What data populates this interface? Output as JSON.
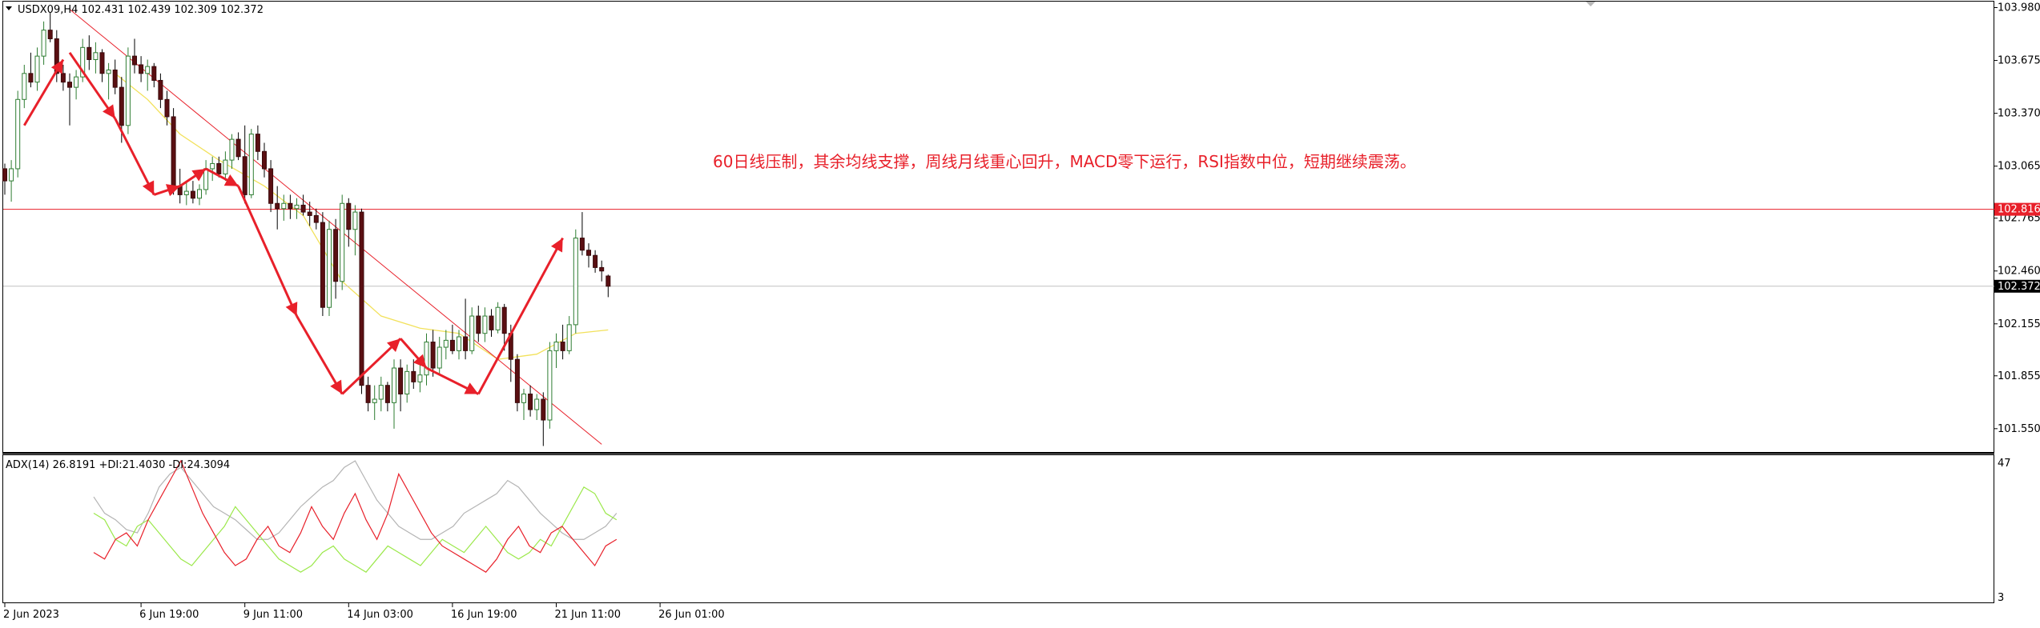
{
  "chart_data": [
    {
      "type": "candlestick",
      "symbol_header": "USDX09,H4  102.431 102.439 102.309 102.372",
      "annotation": "60日线压制，其余均线支撑，周线月线重心回升，MACD零下运行，RSI指数中位，短期继续震荡。",
      "price_axis_labels": [
        "103.980",
        "103.675",
        "103.370",
        "103.065",
        "102.765",
        "102.460",
        "102.155",
        "101.855",
        "101.550"
      ],
      "price_axis_values": [
        103.98,
        103.675,
        103.37,
        103.065,
        102.765,
        102.46,
        102.155,
        101.855,
        101.55
      ],
      "ylim": [
        101.42,
        104.01
      ],
      "resistance_line": {
        "value": 102.816,
        "label": "102.816",
        "color": "#e8202a"
      },
      "current_price": {
        "value": 102.372,
        "label": "102.372"
      },
      "time_axis_labels": [
        "2 Jun 2023",
        "6 Jun 19:00",
        "9 Jun 11:00",
        "14 Jun 03:00",
        "16 Jun 19:00",
        "21 Jun 11:00",
        "26 Jun 01:00"
      ],
      "time_axis_bar_index": [
        0,
        21,
        37,
        53,
        69,
        85,
        101
      ],
      "candles": [
        {
          "o": 103.05,
          "h": 103.08,
          "l": 102.9,
          "c": 102.98
        },
        {
          "o": 102.98,
          "h": 103.1,
          "l": 102.86,
          "c": 103.05
        },
        {
          "o": 103.05,
          "h": 103.5,
          "l": 103.0,
          "c": 103.45
        },
        {
          "o": 103.45,
          "h": 103.65,
          "l": 103.4,
          "c": 103.6
        },
        {
          "o": 103.6,
          "h": 103.72,
          "l": 103.52,
          "c": 103.55
        },
        {
          "o": 103.55,
          "h": 103.75,
          "l": 103.5,
          "c": 103.7
        },
        {
          "o": 103.7,
          "h": 103.9,
          "l": 103.65,
          "c": 103.85
        },
        {
          "o": 103.85,
          "h": 103.95,
          "l": 103.78,
          "c": 103.8
        },
        {
          "o": 103.8,
          "h": 103.85,
          "l": 103.55,
          "c": 103.6
        },
        {
          "o": 103.6,
          "h": 103.65,
          "l": 103.5,
          "c": 103.55
        },
        {
          "o": 103.55,
          "h": 103.6,
          "l": 103.3,
          "c": 103.52
        },
        {
          "o": 103.52,
          "h": 103.62,
          "l": 103.45,
          "c": 103.58
        },
        {
          "o": 103.58,
          "h": 103.8,
          "l": 103.55,
          "c": 103.75
        },
        {
          "o": 103.75,
          "h": 103.82,
          "l": 103.62,
          "c": 103.68
        },
        {
          "o": 103.68,
          "h": 103.78,
          "l": 103.6,
          "c": 103.72
        },
        {
          "o": 103.72,
          "h": 103.74,
          "l": 103.55,
          "c": 103.6
        },
        {
          "o": 103.6,
          "h": 103.66,
          "l": 103.45,
          "c": 103.62
        },
        {
          "o": 103.62,
          "h": 103.68,
          "l": 103.48,
          "c": 103.52
        },
        {
          "o": 103.52,
          "h": 103.58,
          "l": 103.2,
          "c": 103.3
        },
        {
          "o": 103.3,
          "h": 103.75,
          "l": 103.25,
          "c": 103.7
        },
        {
          "o": 103.7,
          "h": 103.8,
          "l": 103.6,
          "c": 103.65
        },
        {
          "o": 103.65,
          "h": 103.7,
          "l": 103.55,
          "c": 103.6
        },
        {
          "o": 103.6,
          "h": 103.68,
          "l": 103.5,
          "c": 103.64
        },
        {
          "o": 103.64,
          "h": 103.66,
          "l": 103.52,
          "c": 103.56
        },
        {
          "o": 103.56,
          "h": 103.6,
          "l": 103.4,
          "c": 103.45
        },
        {
          "o": 103.45,
          "h": 103.5,
          "l": 103.3,
          "c": 103.35
        },
        {
          "o": 103.35,
          "h": 103.4,
          "l": 102.9,
          "c": 102.95
        },
        {
          "o": 102.95,
          "h": 103.05,
          "l": 102.85,
          "c": 102.9
        },
        {
          "o": 102.9,
          "h": 102.98,
          "l": 102.84,
          "c": 102.92
        },
        {
          "o": 102.92,
          "h": 102.98,
          "l": 102.85,
          "c": 102.88
        },
        {
          "o": 102.88,
          "h": 102.96,
          "l": 102.84,
          "c": 102.93
        },
        {
          "o": 102.93,
          "h": 103.1,
          "l": 102.9,
          "c": 103.05
        },
        {
          "o": 103.05,
          "h": 103.12,
          "l": 102.98,
          "c": 103.08
        },
        {
          "o": 103.08,
          "h": 103.12,
          "l": 103.0,
          "c": 103.02
        },
        {
          "o": 103.02,
          "h": 103.15,
          "l": 102.98,
          "c": 103.1
        },
        {
          "o": 103.1,
          "h": 103.25,
          "l": 103.05,
          "c": 103.22
        },
        {
          "o": 103.22,
          "h": 103.26,
          "l": 103.1,
          "c": 103.12
        },
        {
          "o": 103.12,
          "h": 103.3,
          "l": 102.85,
          "c": 102.9
        },
        {
          "o": 102.9,
          "h": 103.28,
          "l": 102.88,
          "c": 103.25
        },
        {
          "o": 103.25,
          "h": 103.3,
          "l": 103.1,
          "c": 103.15
        },
        {
          "o": 103.15,
          "h": 103.2,
          "l": 103.0,
          "c": 103.05
        },
        {
          "o": 103.05,
          "h": 103.1,
          "l": 102.8,
          "c": 102.85
        },
        {
          "o": 102.85,
          "h": 102.95,
          "l": 102.7,
          "c": 102.82
        },
        {
          "o": 102.82,
          "h": 102.9,
          "l": 102.75,
          "c": 102.85
        },
        {
          "o": 102.85,
          "h": 102.9,
          "l": 102.76,
          "c": 102.82
        },
        {
          "o": 102.82,
          "h": 102.88,
          "l": 102.76,
          "c": 102.84
        },
        {
          "o": 102.84,
          "h": 102.9,
          "l": 102.78,
          "c": 102.8
        },
        {
          "o": 102.8,
          "h": 102.86,
          "l": 102.72,
          "c": 102.78
        },
        {
          "o": 102.78,
          "h": 102.82,
          "l": 102.7,
          "c": 102.74
        },
        {
          "o": 102.74,
          "h": 102.8,
          "l": 102.2,
          "c": 102.25
        },
        {
          "o": 102.25,
          "h": 102.75,
          "l": 102.2,
          "c": 102.7
        },
        {
          "o": 102.7,
          "h": 102.76,
          "l": 102.3,
          "c": 102.4
        },
        {
          "o": 102.4,
          "h": 102.9,
          "l": 102.35,
          "c": 102.85
        },
        {
          "o": 102.85,
          "h": 102.88,
          "l": 102.6,
          "c": 102.7
        },
        {
          "o": 102.7,
          "h": 102.84,
          "l": 102.55,
          "c": 102.8
        },
        {
          "o": 102.8,
          "h": 102.82,
          "l": 101.75,
          "c": 101.8
        },
        {
          "o": 101.8,
          "h": 101.85,
          "l": 101.65,
          "c": 101.7
        },
        {
          "o": 101.7,
          "h": 101.8,
          "l": 101.6,
          "c": 101.72
        },
        {
          "o": 101.72,
          "h": 101.85,
          "l": 101.65,
          "c": 101.8
        },
        {
          "o": 101.8,
          "h": 101.82,
          "l": 101.65,
          "c": 101.7
        },
        {
          "o": 101.7,
          "h": 101.95,
          "l": 101.55,
          "c": 101.9
        },
        {
          "o": 101.9,
          "h": 101.95,
          "l": 101.65,
          "c": 101.75
        },
        {
          "o": 101.75,
          "h": 101.92,
          "l": 101.7,
          "c": 101.88
        },
        {
          "o": 101.88,
          "h": 101.95,
          "l": 101.78,
          "c": 101.82
        },
        {
          "o": 101.82,
          "h": 101.92,
          "l": 101.76,
          "c": 101.86
        },
        {
          "o": 101.86,
          "h": 102.1,
          "l": 101.8,
          "c": 102.05
        },
        {
          "o": 102.05,
          "h": 102.12,
          "l": 101.85,
          "c": 101.9
        },
        {
          "o": 101.9,
          "h": 102.08,
          "l": 101.86,
          "c": 102.02
        },
        {
          "o": 102.02,
          "h": 102.12,
          "l": 101.95,
          "c": 102.06
        },
        {
          "o": 102.06,
          "h": 102.15,
          "l": 101.98,
          "c": 102.0
        },
        {
          "o": 102.0,
          "h": 102.12,
          "l": 101.95,
          "c": 102.08
        },
        {
          "o": 102.08,
          "h": 102.3,
          "l": 101.95,
          "c": 102.0
        },
        {
          "o": 102.0,
          "h": 102.25,
          "l": 101.98,
          "c": 102.2
        },
        {
          "o": 102.2,
          "h": 102.26,
          "l": 102.05,
          "c": 102.1
        },
        {
          "o": 102.1,
          "h": 102.25,
          "l": 102.05,
          "c": 102.2
        },
        {
          "o": 102.2,
          "h": 102.24,
          "l": 102.08,
          "c": 102.12
        },
        {
          "o": 102.12,
          "h": 102.28,
          "l": 102.1,
          "c": 102.25
        },
        {
          "o": 102.25,
          "h": 102.27,
          "l": 102.0,
          "c": 102.1
        },
        {
          "o": 102.1,
          "h": 102.15,
          "l": 101.82,
          "c": 101.95
        },
        {
          "o": 101.95,
          "h": 101.98,
          "l": 101.65,
          "c": 101.7
        },
        {
          "o": 101.7,
          "h": 101.78,
          "l": 101.6,
          "c": 101.75
        },
        {
          "o": 101.75,
          "h": 101.8,
          "l": 101.62,
          "c": 101.66
        },
        {
          "o": 101.66,
          "h": 101.75,
          "l": 101.6,
          "c": 101.72
        },
        {
          "o": 101.72,
          "h": 101.76,
          "l": 101.45,
          "c": 101.6
        },
        {
          "o": 101.6,
          "h": 102.05,
          "l": 101.55,
          "c": 102.0
        },
        {
          "o": 102.0,
          "h": 102.1,
          "l": 101.9,
          "c": 102.05
        },
        {
          "o": 102.05,
          "h": 102.15,
          "l": 101.95,
          "c": 102.0
        },
        {
          "o": 102.0,
          "h": 102.2,
          "l": 101.98,
          "c": 102.15
        },
        {
          "o": 102.15,
          "h": 102.7,
          "l": 102.1,
          "c": 102.65
        },
        {
          "o": 102.65,
          "h": 102.8,
          "l": 102.55,
          "c": 102.58
        },
        {
          "o": 102.58,
          "h": 102.62,
          "l": 102.48,
          "c": 102.55
        },
        {
          "o": 102.55,
          "h": 102.58,
          "l": 102.45,
          "c": 102.48
        },
        {
          "o": 102.48,
          "h": 102.52,
          "l": 102.4,
          "c": 102.46
        },
        {
          "o": 102.431,
          "h": 102.439,
          "l": 102.309,
          "c": 102.372
        }
      ],
      "trendline": {
        "from": {
          "bar": 10,
          "price": 103.97
        },
        "to": {
          "bar": 92,
          "price": 101.46
        },
        "color": "#e8202a"
      },
      "wave_arrows": [
        {
          "from": {
            "bar": 3,
            "price": 103.3
          },
          "to": {
            "bar": 9,
            "price": 103.68
          }
        },
        {
          "from": {
            "bar": 10,
            "price": 103.72
          },
          "to": {
            "bar": 17,
            "price": 103.34
          }
        },
        {
          "from": {
            "bar": 17,
            "price": 103.34
          },
          "to": {
            "bar": 23,
            "price": 102.9
          }
        },
        {
          "from": {
            "bar": 23,
            "price": 102.9
          },
          "to": {
            "bar": 27,
            "price": 102.95
          }
        },
        {
          "from": {
            "bar": 27,
            "price": 102.95
          },
          "to": {
            "bar": 31,
            "price": 103.05
          }
        },
        {
          "from": {
            "bar": 31,
            "price": 103.05
          },
          "to": {
            "bar": 36,
            "price": 102.95
          }
        },
        {
          "from": {
            "bar": 36,
            "price": 102.95
          },
          "to": {
            "bar": 45,
            "price": 102.2
          }
        },
        {
          "from": {
            "bar": 45,
            "price": 102.2
          },
          "to": {
            "bar": 52,
            "price": 101.75
          }
        },
        {
          "from": {
            "bar": 52,
            "price": 101.75
          },
          "to": {
            "bar": 61,
            "price": 102.07
          }
        },
        {
          "from": {
            "bar": 61,
            "price": 102.07
          },
          "to": {
            "bar": 65,
            "price": 101.9
          }
        },
        {
          "from": {
            "bar": 65,
            "price": 101.9
          },
          "to": {
            "bar": 73,
            "price": 101.75
          }
        },
        {
          "from": {
            "bar": 73,
            "price": 101.75
          },
          "to": {
            "bar": 86,
            "price": 102.65
          }
        }
      ],
      "ma_line": [
        {
          "bar": 17,
          "price": 103.6
        },
        {
          "bar": 22,
          "price": 103.45
        },
        {
          "bar": 27,
          "price": 103.25
        },
        {
          "bar": 33,
          "price": 103.1
        },
        {
          "bar": 40,
          "price": 102.95
        },
        {
          "bar": 46,
          "price": 102.78
        },
        {
          "bar": 52,
          "price": 102.4
        },
        {
          "bar": 58,
          "price": 102.2
        },
        {
          "bar": 64,
          "price": 102.13
        },
        {
          "bar": 70,
          "price": 102.1
        },
        {
          "bar": 76,
          "price": 101.95
        },
        {
          "bar": 82,
          "price": 101.98
        },
        {
          "bar": 88,
          "price": 102.1
        },
        {
          "bar": 93,
          "price": 102.12
        }
      ],
      "colors": {
        "bull": "#2e7d32",
        "bear": "#000000",
        "line": "#e8202a",
        "ma": "#f2e15b"
      }
    },
    {
      "type": "line",
      "indicator_header": "ADX(14) 26.8191 +DI:21.4030 -DI:24.3094",
      "axis_labels": [
        "47",
        "3"
      ],
      "ylim": [
        3,
        47
      ],
      "series": [
        {
          "name": "ADX(14)",
          "color": "#b4b4b4",
          "values": [
            35,
            30,
            28,
            25,
            24,
            30,
            38,
            42,
            44,
            40,
            36,
            32,
            30,
            28,
            25,
            22,
            22,
            24,
            28,
            32,
            35,
            38,
            40,
            44,
            46,
            40,
            34,
            30,
            26,
            24,
            22,
            22,
            24,
            26,
            30,
            32,
            34,
            36,
            40,
            38,
            34,
            30,
            27,
            24,
            22,
            22,
            24,
            26,
            30
          ]
        },
        {
          "name": "+DI",
          "color": "#9be84a",
          "values": [
            30,
            28,
            22,
            20,
            26,
            28,
            24,
            20,
            16,
            14,
            18,
            22,
            26,
            32,
            28,
            24,
            20,
            16,
            14,
            12,
            14,
            18,
            20,
            16,
            14,
            12,
            16,
            20,
            18,
            16,
            14,
            18,
            22,
            20,
            18,
            22,
            26,
            22,
            18,
            16,
            18,
            22,
            20,
            26,
            32,
            38,
            36,
            30,
            28
          ]
        },
        {
          "name": "-DI",
          "color": "#e8202a",
          "values": [
            18,
            16,
            22,
            24,
            20,
            28,
            34,
            40,
            46,
            38,
            30,
            24,
            18,
            14,
            16,
            22,
            26,
            20,
            18,
            24,
            32,
            26,
            22,
            30,
            36,
            28,
            22,
            30,
            42,
            36,
            30,
            24,
            20,
            18,
            16,
            14,
            12,
            16,
            22,
            26,
            20,
            18,
            24,
            26,
            22,
            18,
            14,
            20,
            22
          ]
        }
      ]
    }
  ]
}
